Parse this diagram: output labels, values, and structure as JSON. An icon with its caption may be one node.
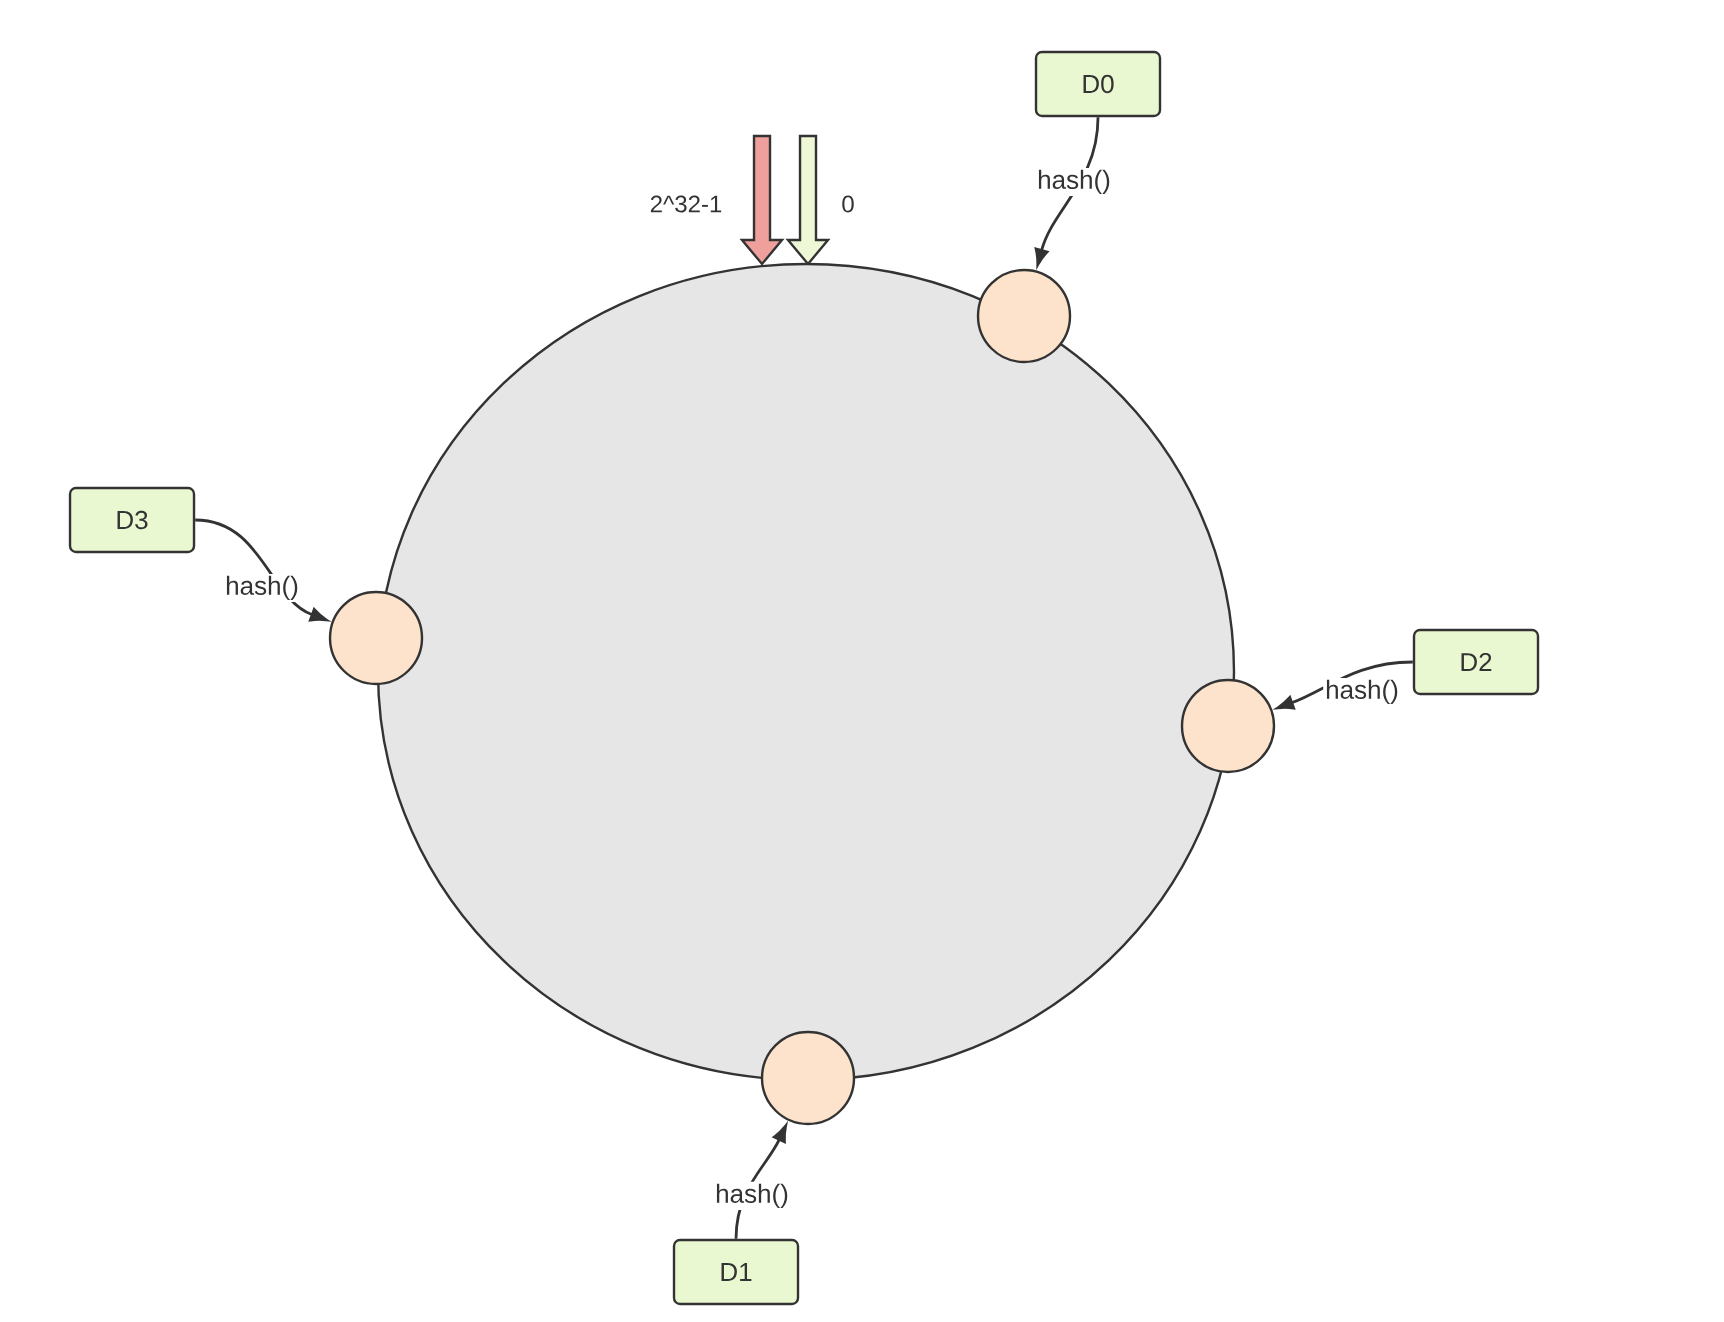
{
  "diagram": {
    "nodes": [
      {
        "text": [],
        "shape": "circle"
      },
      {
        "text": [
          "D0"
        ]
      },
      {
        "text": [],
        "shape": "circle"
      },
      {
        "text": [
          "D3"
        ]
      },
      {
        "text": [],
        "shape": "circle"
      },
      {
        "text": [
          "D2"
        ]
      },
      {
        "text": [],
        "shape": "circle"
      },
      {
        "text": [],
        "shape": "circle"
      },
      {
        "text": [
          "D1"
        ]
      }
    ],
    "edges": [
      {
        "from": 1,
        "to": 2,
        "arrow": "to",
        "label": "hash()"
      },
      {
        "from": 3,
        "to": 4,
        "arrow": "to",
        "label": "hash()"
      },
      {
        "from": 5,
        "to": 6,
        "arrow": "to",
        "label": "hash()"
      },
      {
        "from": 8,
        "to": 7,
        "arrow": "to",
        "label": "hash()"
      }
    ],
    "labels": [
      "2^32-1",
      "0"
    ]
  }
}
